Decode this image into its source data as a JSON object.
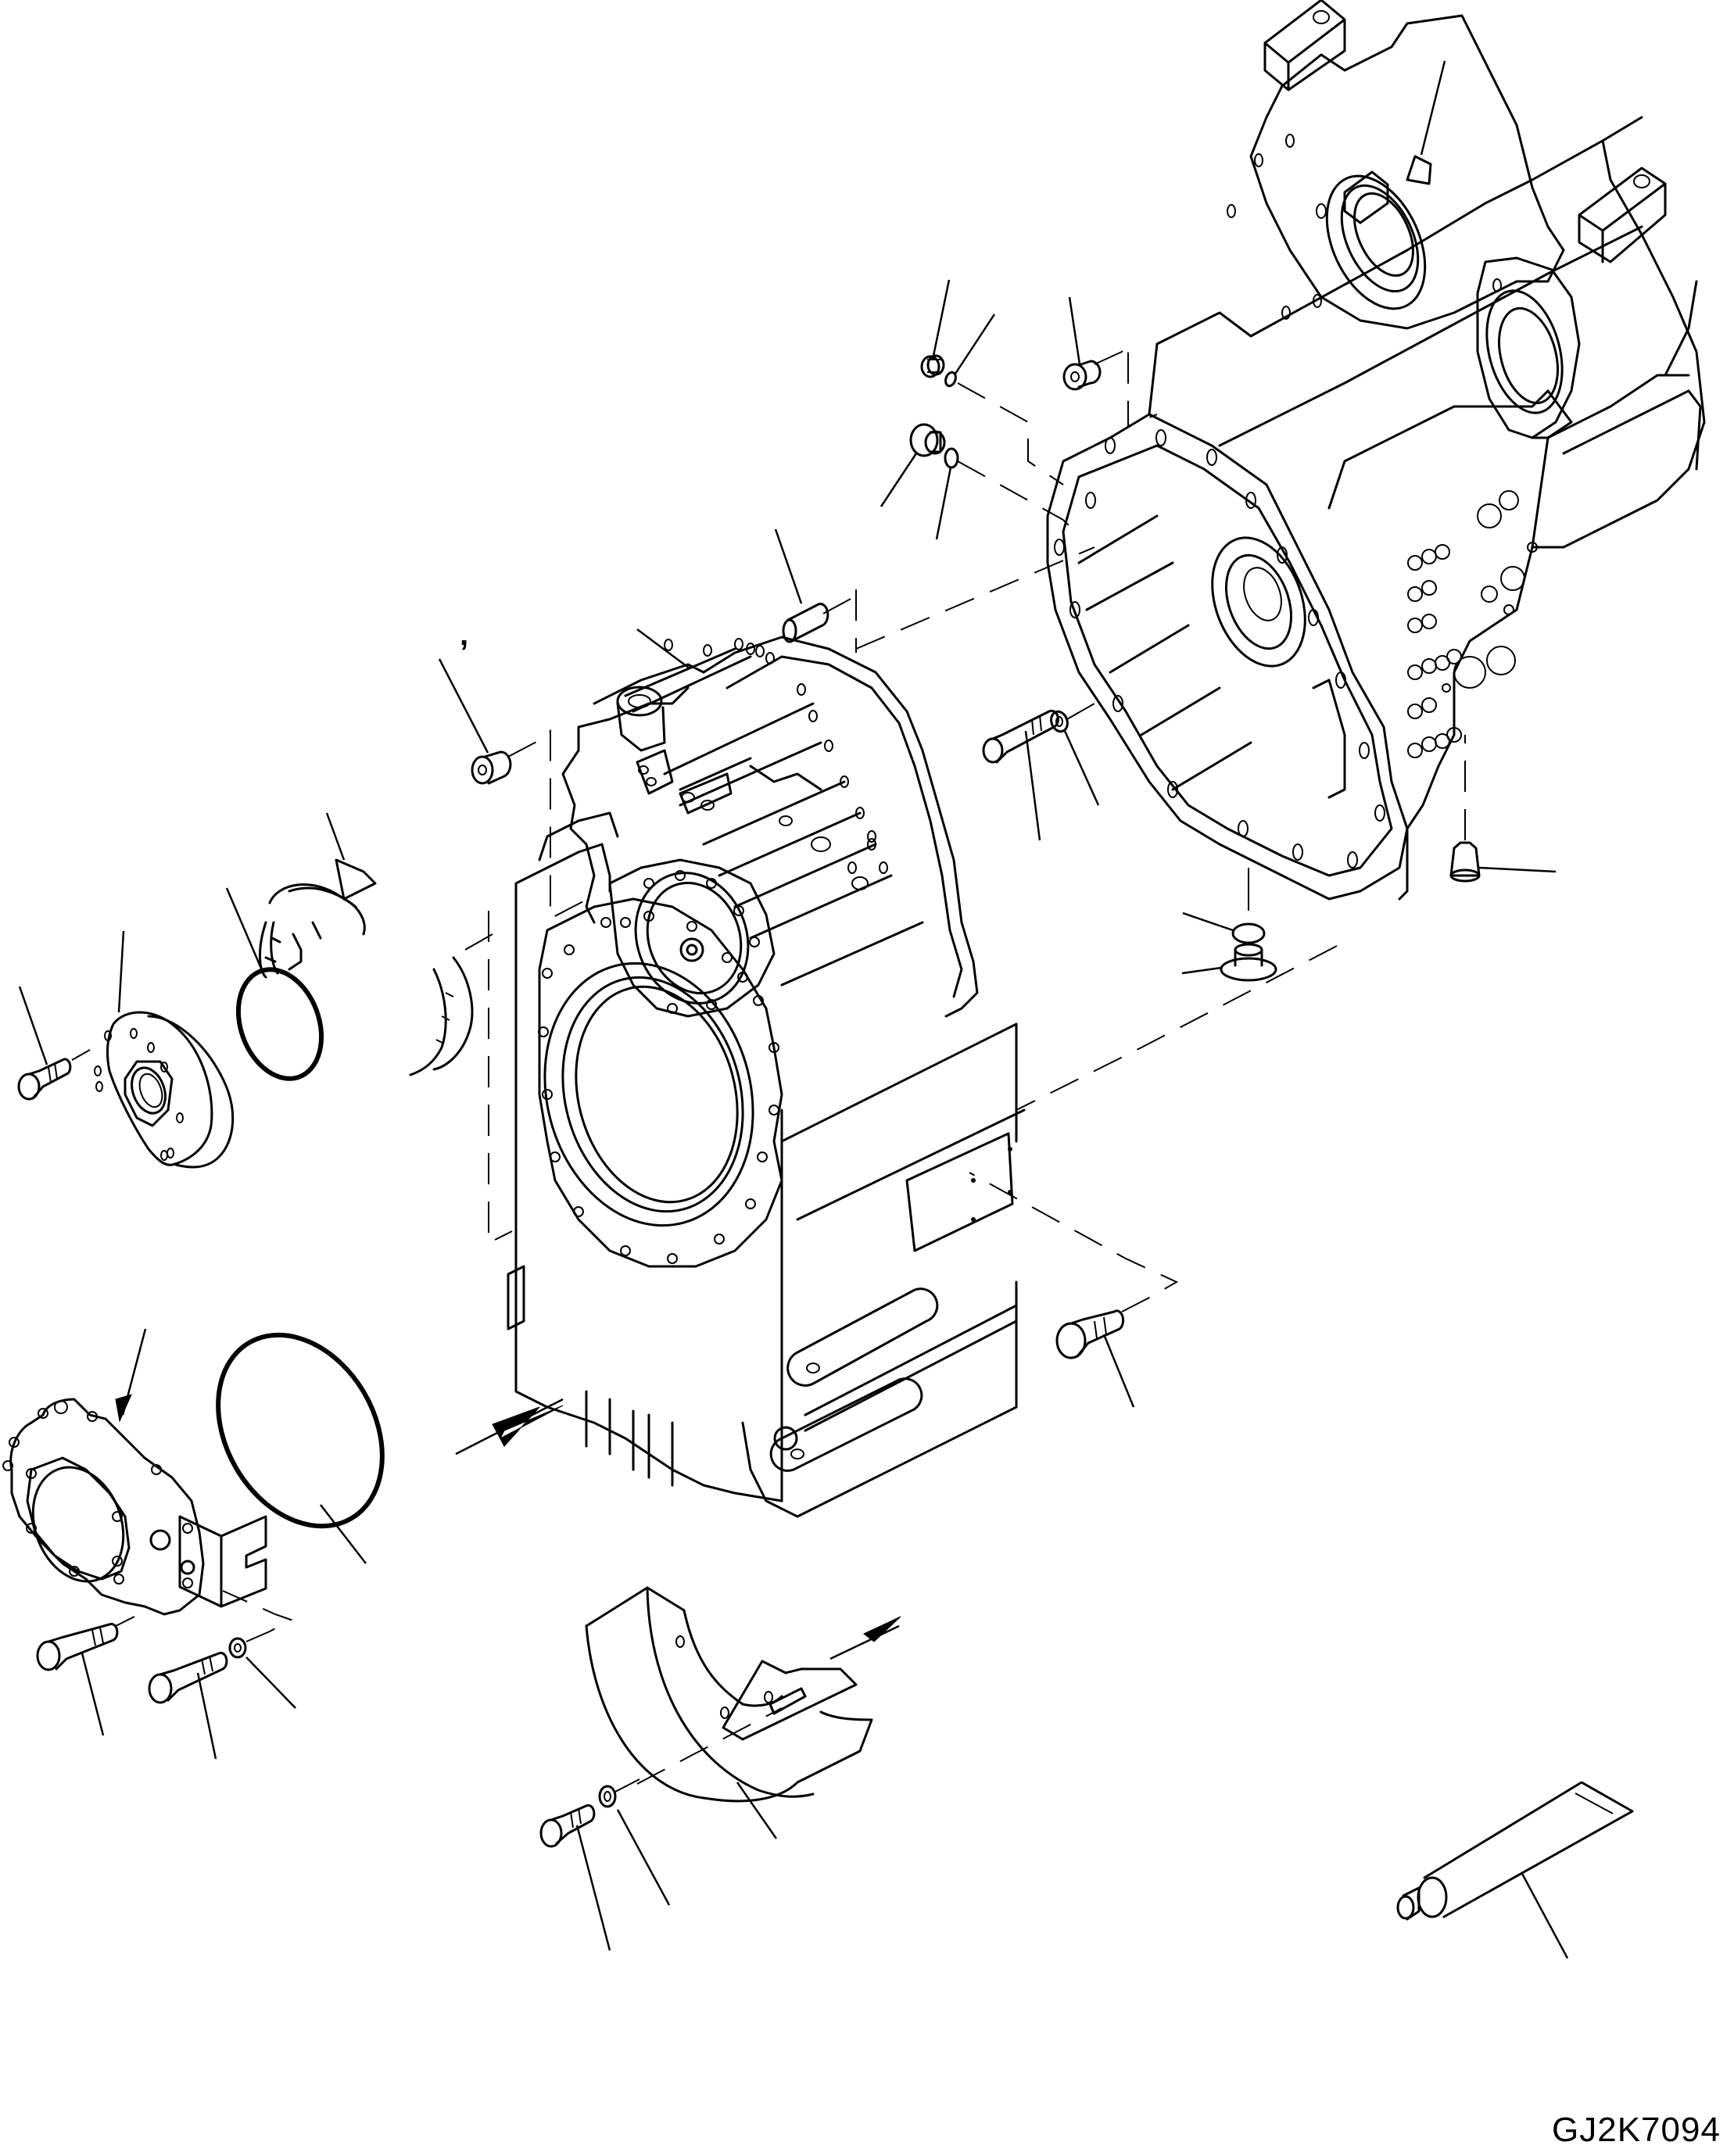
{
  "diagram": {
    "type": "exploded parts diagram",
    "subject": "transmission case assembly",
    "drawing_code": "GJ2K7094",
    "stray_mark": ",",
    "background_color": "#ffffff",
    "line_color": "#000000",
    "components": [
      {
        "id": "rear-case",
        "label": "rear transmission case (upper right)"
      },
      {
        "id": "front-case",
        "label": "front transmission case (center)"
      },
      {
        "id": "plug-upper-1",
        "label": "threaded plug"
      },
      {
        "id": "o-ring-upper-1",
        "label": "o-ring"
      },
      {
        "id": "plug-upper-2",
        "label": "plug"
      },
      {
        "id": "plug-upper-3",
        "label": "plug with flange"
      },
      {
        "id": "o-ring-upper-2",
        "label": "o-ring"
      },
      {
        "id": "dowel-pin",
        "label": "dowel pin"
      },
      {
        "id": "plug-left",
        "label": "plug"
      },
      {
        "id": "bolt-mid",
        "label": "bolt"
      },
      {
        "id": "washer-mid",
        "label": "washer"
      },
      {
        "id": "plug-valve",
        "label": "tapered plug"
      },
      {
        "id": "o-ring-lower",
        "label": "o-ring"
      },
      {
        "id": "drain-plug",
        "label": "drain plug"
      },
      {
        "id": "snap-rings",
        "label": "retainer clip set"
      },
      {
        "id": "o-ring-cover",
        "label": "o-ring"
      },
      {
        "id": "bearing-cover",
        "label": "bearing cover"
      },
      {
        "id": "bolt-cover",
        "label": "bolt"
      },
      {
        "id": "bolt-right",
        "label": "bolt"
      },
      {
        "id": "pto-housing",
        "label": "PTO housing"
      },
      {
        "id": "o-ring-large",
        "label": "large o-ring"
      },
      {
        "id": "bolt-pto-1",
        "label": "bolt"
      },
      {
        "id": "bolt-pto-2",
        "label": "bolt"
      },
      {
        "id": "washer-pto",
        "label": "washer"
      },
      {
        "id": "guard-cover",
        "label": "guard cover"
      },
      {
        "id": "bolt-guard",
        "label": "bolt"
      },
      {
        "id": "washer-guard",
        "label": "washer"
      },
      {
        "id": "sealant-tube",
        "label": "liquid gasket tube"
      }
    ]
  }
}
